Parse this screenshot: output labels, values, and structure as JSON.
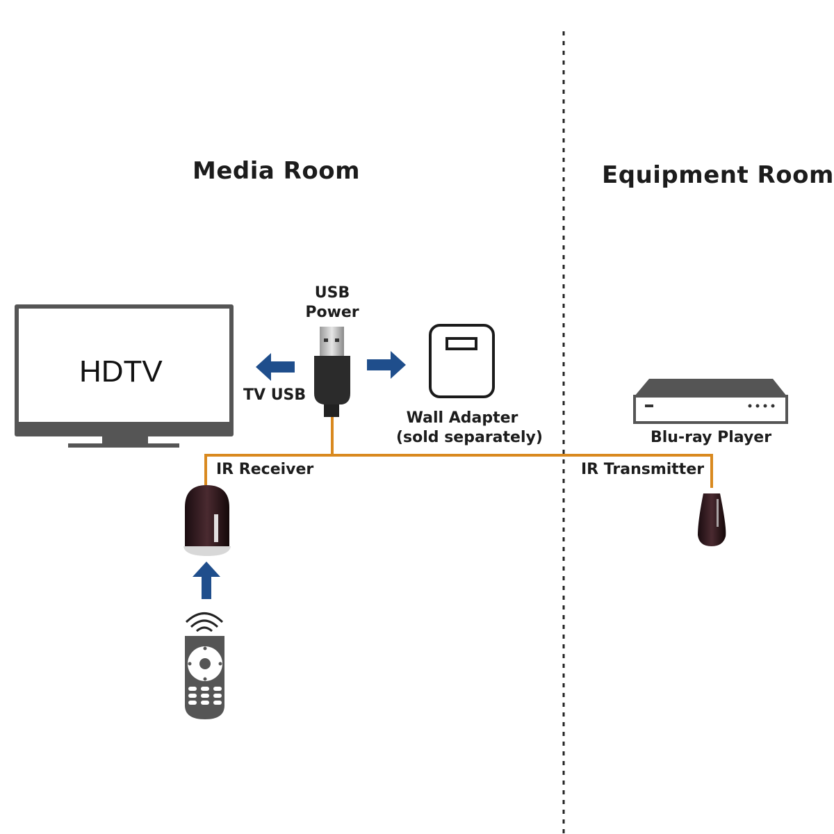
{
  "rooms": {
    "media_room": "Media Room",
    "equipment_room": "Equipment Room"
  },
  "devices": {
    "hdtv": "HDTV",
    "usb_power": [
      "USB",
      "Power"
    ],
    "tv_usb": "TV USB",
    "wall_adapter": [
      "Wall Adapter",
      "(sold separately)"
    ],
    "blu_ray": "Blu-ray Player",
    "ir_receiver": "IR Receiver",
    "ir_transmitter": "IR Transmitter"
  },
  "colors": {
    "wire": "#d9891f",
    "arrow": "#1f4e8c",
    "device_dark": "#4a4a4a",
    "ir_eye": "#2a1418"
  }
}
